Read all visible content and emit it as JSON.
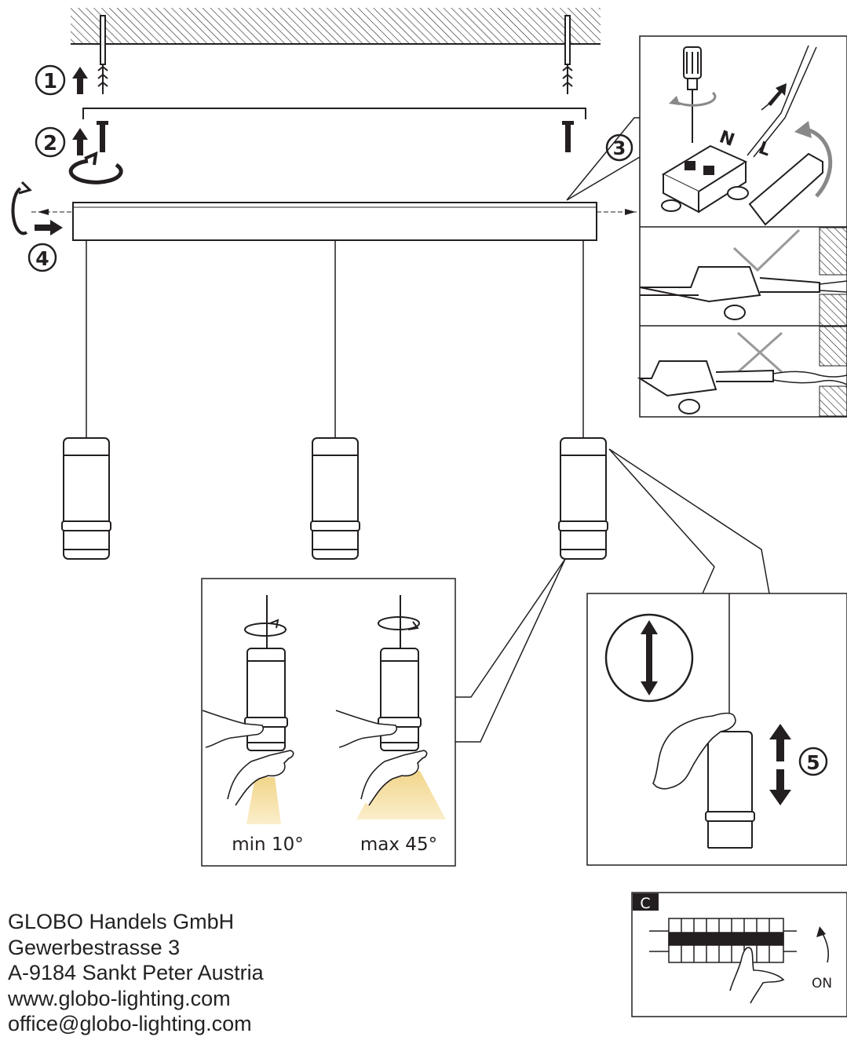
{
  "steps": {
    "step1": "1",
    "step2": "2",
    "step3": "3",
    "step4": "4",
    "step5": "5"
  },
  "wiring": {
    "neutral_label": "N",
    "live_label": "L"
  },
  "beam_angle": {
    "min_label": "min 10°",
    "max_label": "max 45°"
  },
  "breaker": {
    "panel_letter": "C",
    "on_label": "ON"
  },
  "company": {
    "lines": [
      "GLOBO Handels GmbH",
      "Gewerbestrasse 3",
      "A-9184 Sankt Peter Austria",
      "www.globo-lighting.com",
      "office@globo-lighting.com"
    ]
  },
  "colors": {
    "line": "#231f20",
    "light_beam": "#f5dfa6"
  }
}
